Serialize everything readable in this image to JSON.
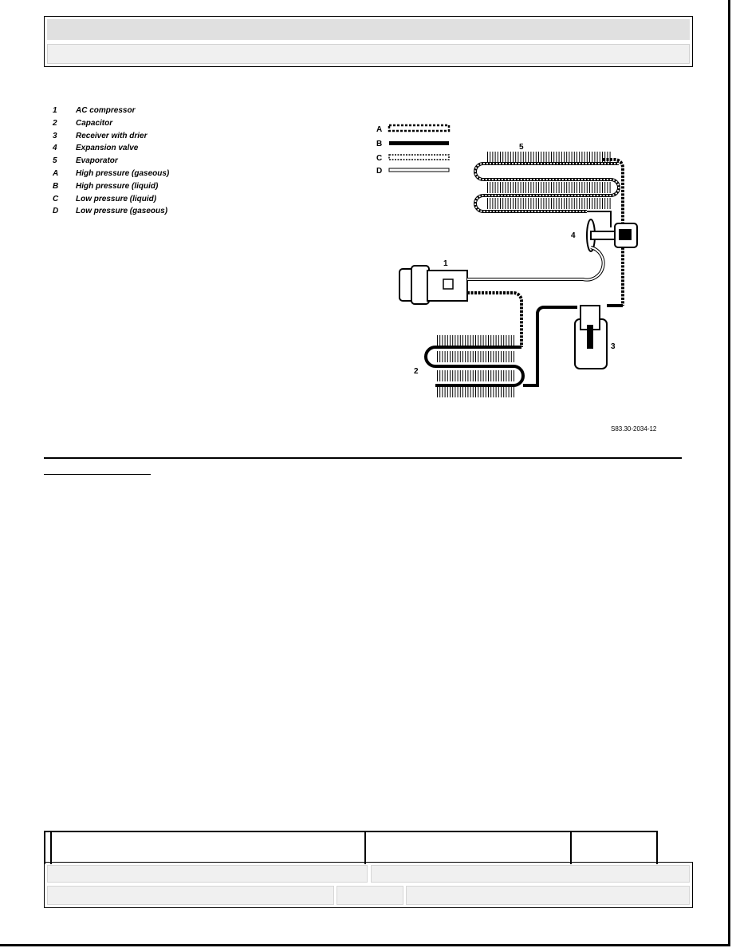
{
  "legend": [
    {
      "key": "1",
      "label": "AC compressor"
    },
    {
      "key": "2",
      "label": "Capacitor"
    },
    {
      "key": "3",
      "label": "Receiver with drier"
    },
    {
      "key": "4",
      "label": "Expansion valve"
    },
    {
      "key": "5",
      "label": "Evaporator"
    },
    {
      "key": "A",
      "label": "High pressure (gaseous)"
    },
    {
      "key": "B",
      "label": "High pressure (liquid)"
    },
    {
      "key": "C",
      "label": "Low pressure (liquid)"
    },
    {
      "key": "D",
      "label": "Low pressure (gaseous)"
    }
  ],
  "diagram": {
    "line_keys": [
      "A",
      "B",
      "C",
      "D"
    ],
    "component_numbers": [
      "1",
      "2",
      "3",
      "4",
      "5"
    ],
    "figure_code": "S83.30-2034-12"
  }
}
